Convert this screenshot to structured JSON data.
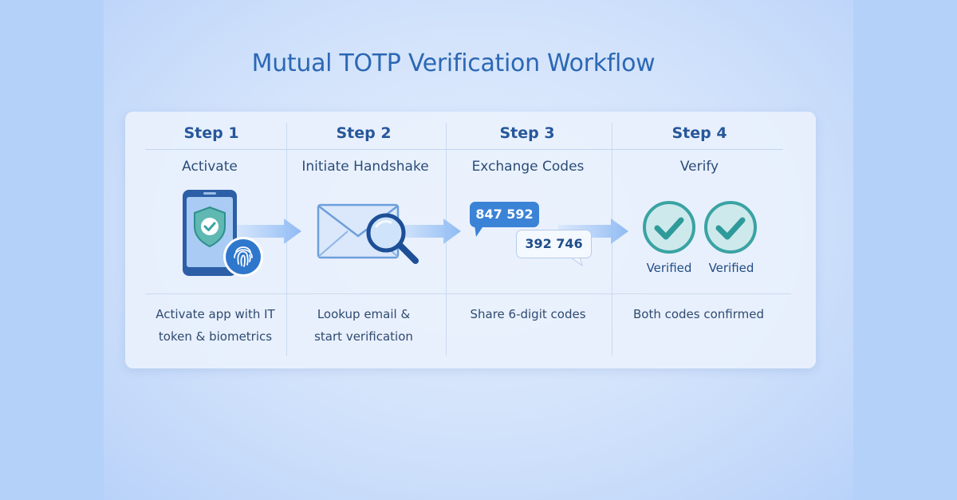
{
  "title": "Mutual TOTP Verification Workflow",
  "steps": [
    {
      "label": "Step 1",
      "name": "Activate",
      "desc_lines": [
        "Activate app with IT",
        "token & biometrics"
      ],
      "icon": "smartphone-shield-fingerprint-icon"
    },
    {
      "label": "Step 2",
      "name": "Initiate Handshake",
      "desc_lines": [
        "Lookup email &",
        "start verification"
      ],
      "icon": "envelope-magnifier-icon"
    },
    {
      "label": "Step 3",
      "name": "Exchange Codes",
      "desc_lines": [
        "Share 6-digit codes"
      ],
      "codes": [
        "847 592",
        "392 746"
      ],
      "icon": "chat-bubbles-icon"
    },
    {
      "label": "Step 4",
      "name": "Verify",
      "desc_lines": [
        "Both codes confirmed"
      ],
      "badges": [
        "Verified",
        "Verified"
      ],
      "icon": "check-circle-icon"
    }
  ],
  "colors": {
    "title": "#2b68b4",
    "accent_blue": "#3b83d6",
    "check_teal": "#3aa3a3",
    "background": "#b4d1f9"
  }
}
